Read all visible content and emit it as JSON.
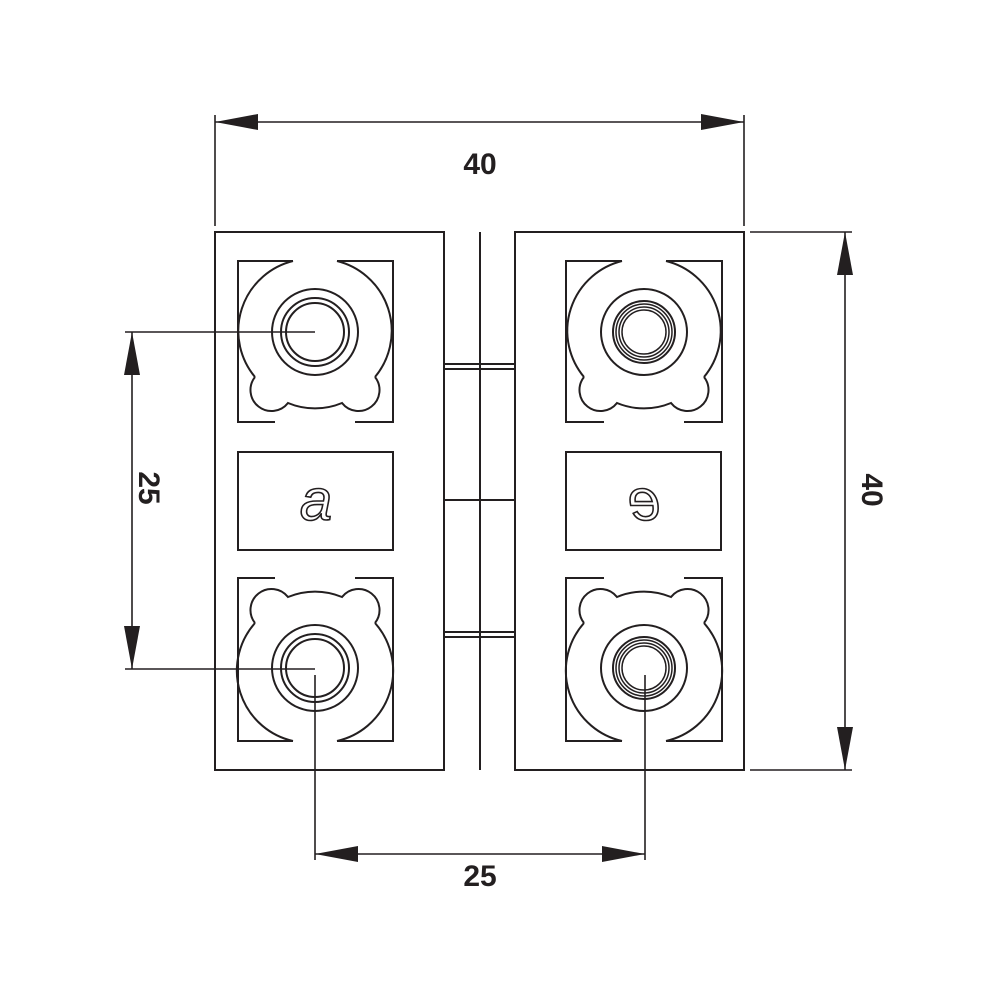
{
  "dimensions": {
    "overall_width": "40",
    "overall_height": "40",
    "hole_spacing_vertical": "25",
    "hole_spacing_horizontal": "25"
  },
  "leaves": {
    "left_marking": "a",
    "right_marking": "e"
  },
  "colors": {
    "line": "#231f20",
    "background": "#ffffff"
  }
}
